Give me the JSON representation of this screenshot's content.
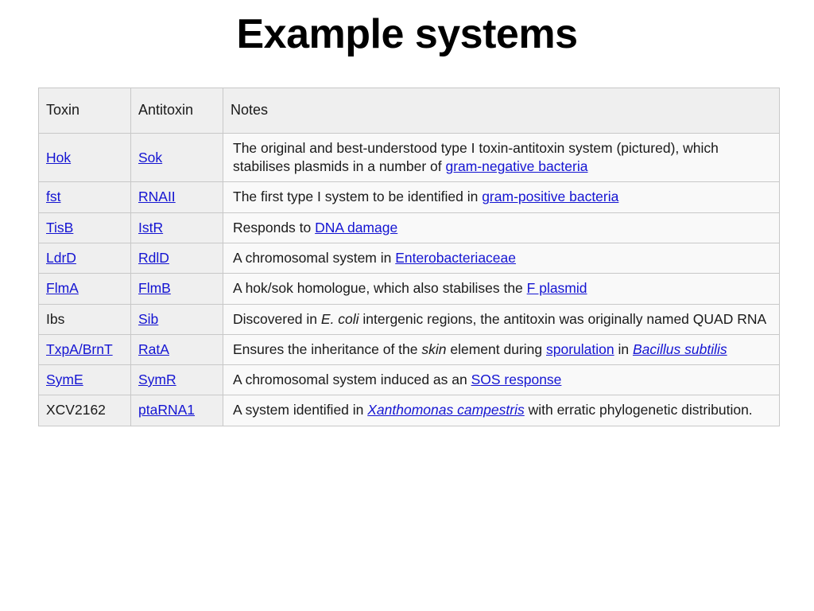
{
  "slide": {
    "title": "Example systems"
  },
  "table": {
    "headers": {
      "toxin": "Toxin",
      "antitoxin": "Antitoxin",
      "notes": "Notes"
    },
    "rows": [
      {
        "toxin": "Hok",
        "toxin_is_link": true,
        "antitoxin": "Sok",
        "antitoxin_is_link": true,
        "notes_parts": [
          {
            "text": "The original and best-understood type I toxin-antitoxin system (pictured), which stabilises plasmids in a number of ",
            "link": false,
            "italic": false
          },
          {
            "text": "gram-negative bacteria",
            "link": true,
            "italic": false
          }
        ]
      },
      {
        "toxin": "fst",
        "toxin_is_link": true,
        "antitoxin": "RNAII",
        "antitoxin_is_link": true,
        "notes_parts": [
          {
            "text": "The first type I system to be identified in ",
            "link": false,
            "italic": false
          },
          {
            "text": "gram-positive bacteria",
            "link": true,
            "italic": false
          }
        ]
      },
      {
        "toxin": "TisB",
        "toxin_is_link": true,
        "antitoxin": "IstR",
        "antitoxin_is_link": true,
        "notes_parts": [
          {
            "text": "Responds to ",
            "link": false,
            "italic": false
          },
          {
            "text": "DNA damage",
            "link": true,
            "italic": false
          }
        ]
      },
      {
        "toxin": "LdrD",
        "toxin_is_link": true,
        "antitoxin": "RdlD",
        "antitoxin_is_link": true,
        "notes_parts": [
          {
            "text": "A chromosomal system in ",
            "link": false,
            "italic": false
          },
          {
            "text": "Enterobacteriaceae",
            "link": true,
            "italic": false
          }
        ]
      },
      {
        "toxin": "FlmA",
        "toxin_is_link": true,
        "antitoxin": "FlmB",
        "antitoxin_is_link": true,
        "notes_parts": [
          {
            "text": "A hok/sok homologue, which also stabilises the ",
            "link": false,
            "italic": false
          },
          {
            "text": "F plasmid",
            "link": true,
            "italic": false
          }
        ]
      },
      {
        "toxin": "Ibs",
        "toxin_is_link": false,
        "antitoxin": "Sib",
        "antitoxin_is_link": true,
        "notes_parts": [
          {
            "text": "Discovered in ",
            "link": false,
            "italic": false
          },
          {
            "text": "E. coli",
            "link": false,
            "italic": true
          },
          {
            "text": " intergenic regions, the antitoxin was originally named QUAD RNA",
            "link": false,
            "italic": false
          }
        ]
      },
      {
        "toxin": "TxpA/BrnT",
        "toxin_is_link": true,
        "antitoxin": "RatA",
        "antitoxin_is_link": true,
        "notes_parts": [
          {
            "text": "Ensures the inheritance of the ",
            "link": false,
            "italic": false
          },
          {
            "text": "skin",
            "link": false,
            "italic": true
          },
          {
            "text": " element during ",
            "link": false,
            "italic": false
          },
          {
            "text": "sporulation",
            "link": true,
            "italic": false
          },
          {
            "text": " in ",
            "link": false,
            "italic": false
          },
          {
            "text": "Bacillus subtilis",
            "link": true,
            "italic": true
          }
        ]
      },
      {
        "toxin": "SymE",
        "toxin_is_link": true,
        "antitoxin": "SymR",
        "antitoxin_is_link": true,
        "notes_parts": [
          {
            "text": "A chromosomal system induced as an ",
            "link": false,
            "italic": false
          },
          {
            "text": "SOS response",
            "link": true,
            "italic": false
          }
        ]
      },
      {
        "toxin": "XCV2162",
        "toxin_is_link": false,
        "antitoxin": "ptaRNA1",
        "antitoxin_is_link": true,
        "notes_parts": [
          {
            "text": "A system identified in ",
            "link": false,
            "italic": false
          },
          {
            "text": "Xanthomonas campestris",
            "link": true,
            "italic": true
          },
          {
            "text": " with erratic phylogenetic distribution.",
            "link": false,
            "italic": false
          }
        ]
      }
    ]
  },
  "colors": {
    "link": "#1414d2",
    "text": "#1a1a1a",
    "header_bg": "#efefef",
    "key_bg": "#efefef",
    "notes_bg": "#f9f9f9",
    "border": "#c8c8c8",
    "page_bg": "#ffffff"
  }
}
